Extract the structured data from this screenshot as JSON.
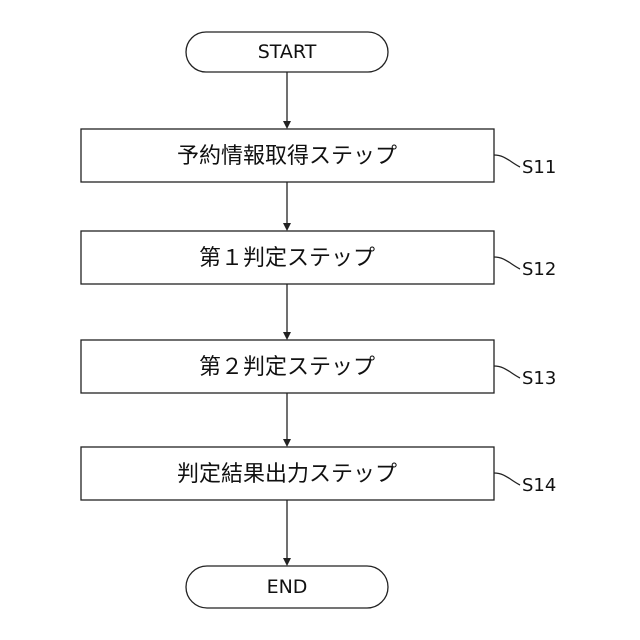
{
  "flowchart": {
    "start": {
      "label": "START"
    },
    "end": {
      "label": "END"
    },
    "steps": [
      {
        "id": "S11",
        "label": "予約情報取得ステップ"
      },
      {
        "id": "S12",
        "label": "第１判定ステップ"
      },
      {
        "id": "S13",
        "label": "第２判定ステップ"
      },
      {
        "id": "S14",
        "label": "判定結果出力ステップ"
      }
    ]
  },
  "colors": {
    "stroke": "#222222",
    "background": "#ffffff"
  }
}
